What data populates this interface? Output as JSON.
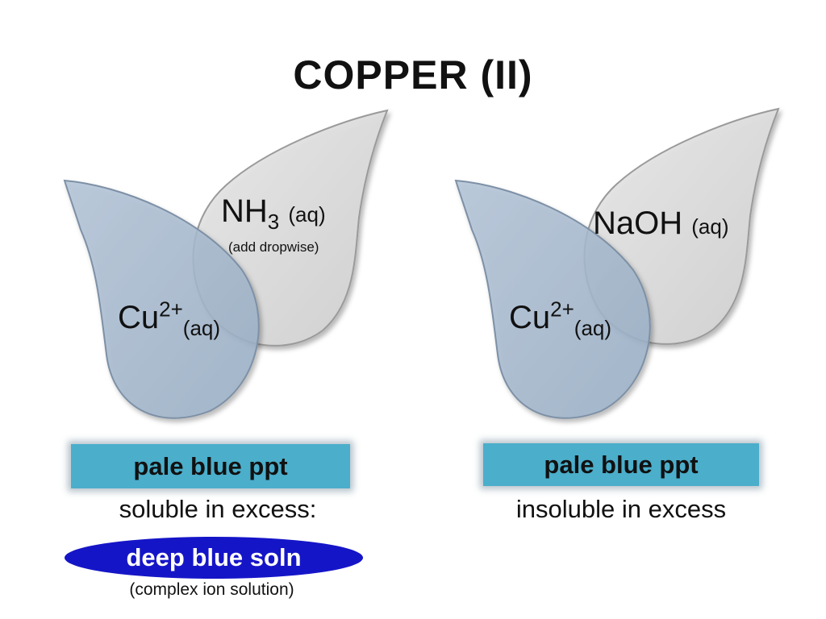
{
  "title": "COPPER (II)",
  "left": {
    "reagent": "NH",
    "reagent_sub": "3",
    "reagent_state": "(aq)",
    "reagent_note": "(add dropwise)",
    "ion": "Cu",
    "ion_charge": "2+",
    "ion_state": "(aq)",
    "result": "pale blue ppt",
    "excess": "soluble in excess:",
    "product": "deep blue soln",
    "product_note": "(complex ion solution)"
  },
  "right": {
    "reagent": "NaOH",
    "reagent_state": "(aq)",
    "ion": "Cu",
    "ion_charge": "2+",
    "ion_state": "(aq)",
    "result": "pale blue ppt",
    "excess": "insoluble in excess"
  },
  "colors": {
    "blue_drop": "#a3b6cc",
    "grey_drop": "#d9d9d9",
    "result_box": "#4baecb",
    "product_oval": "#1515c8"
  }
}
